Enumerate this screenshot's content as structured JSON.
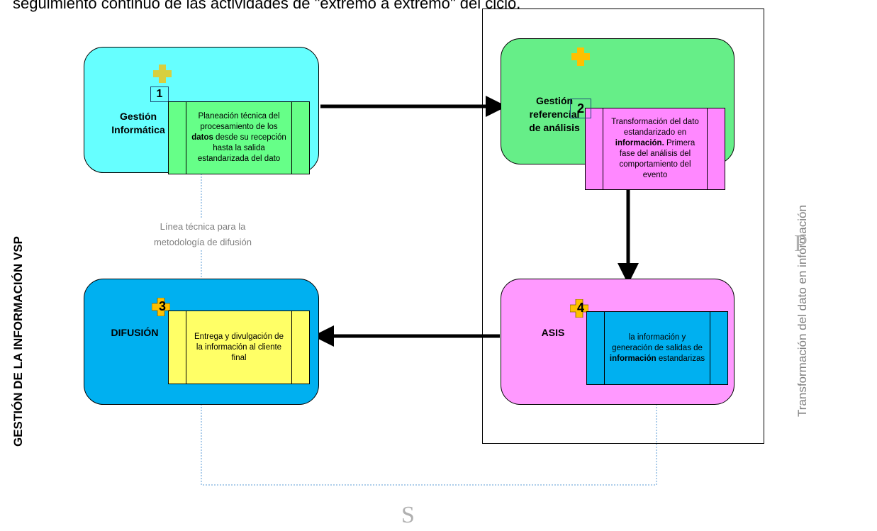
{
  "header_text": "seguimiento continuo de las actividades de \"extremo a extremo\" del ciclo.",
  "side_titles": {
    "left": "GESTIÓN DE LA INFORMACIÓN VSP",
    "right": "Transformación del dato en información"
  },
  "boxes": {
    "gestion_informatica": {
      "title": "Gestión\nInformática",
      "number": "1",
      "process_html": "Planeación técnica del procesamiento de los <b>datos</b> desde su recepción hasta la salida estandarizada del dato"
    },
    "gestion_referencial": {
      "title": "Gestión\nreferencial\nde análisis",
      "number": "2",
      "process_html": "Transformación del dato estandarizado en <b>información.</b> Primera fase del análisis del comportamiento del evento"
    },
    "difusion": {
      "title": "DIFUSIÓN",
      "number": "3",
      "process_html": "Entrega y divulgación de la información al cliente final"
    },
    "asis": {
      "title": "ASIS",
      "number": "4",
      "process_html": "la información y generación de salidas de <b>información</b> estandarizas"
    }
  },
  "note": "Línea técnica para la\nmetodología de difusión",
  "letters": {
    "p": "P",
    "s": "S"
  },
  "colors": {
    "cyan_box": "#66ffff",
    "green_box": "#66ee88",
    "pink_box": "#ff99ff",
    "blue_box": "#00b0f0",
    "process_green": "#66ff88",
    "process_pink": "#ff88ff",
    "process_yellow": "#ffff66",
    "process_blue": "#00b0f0",
    "plus_orange": "#ffc000",
    "dotted_line": "#5b9bd5"
  }
}
